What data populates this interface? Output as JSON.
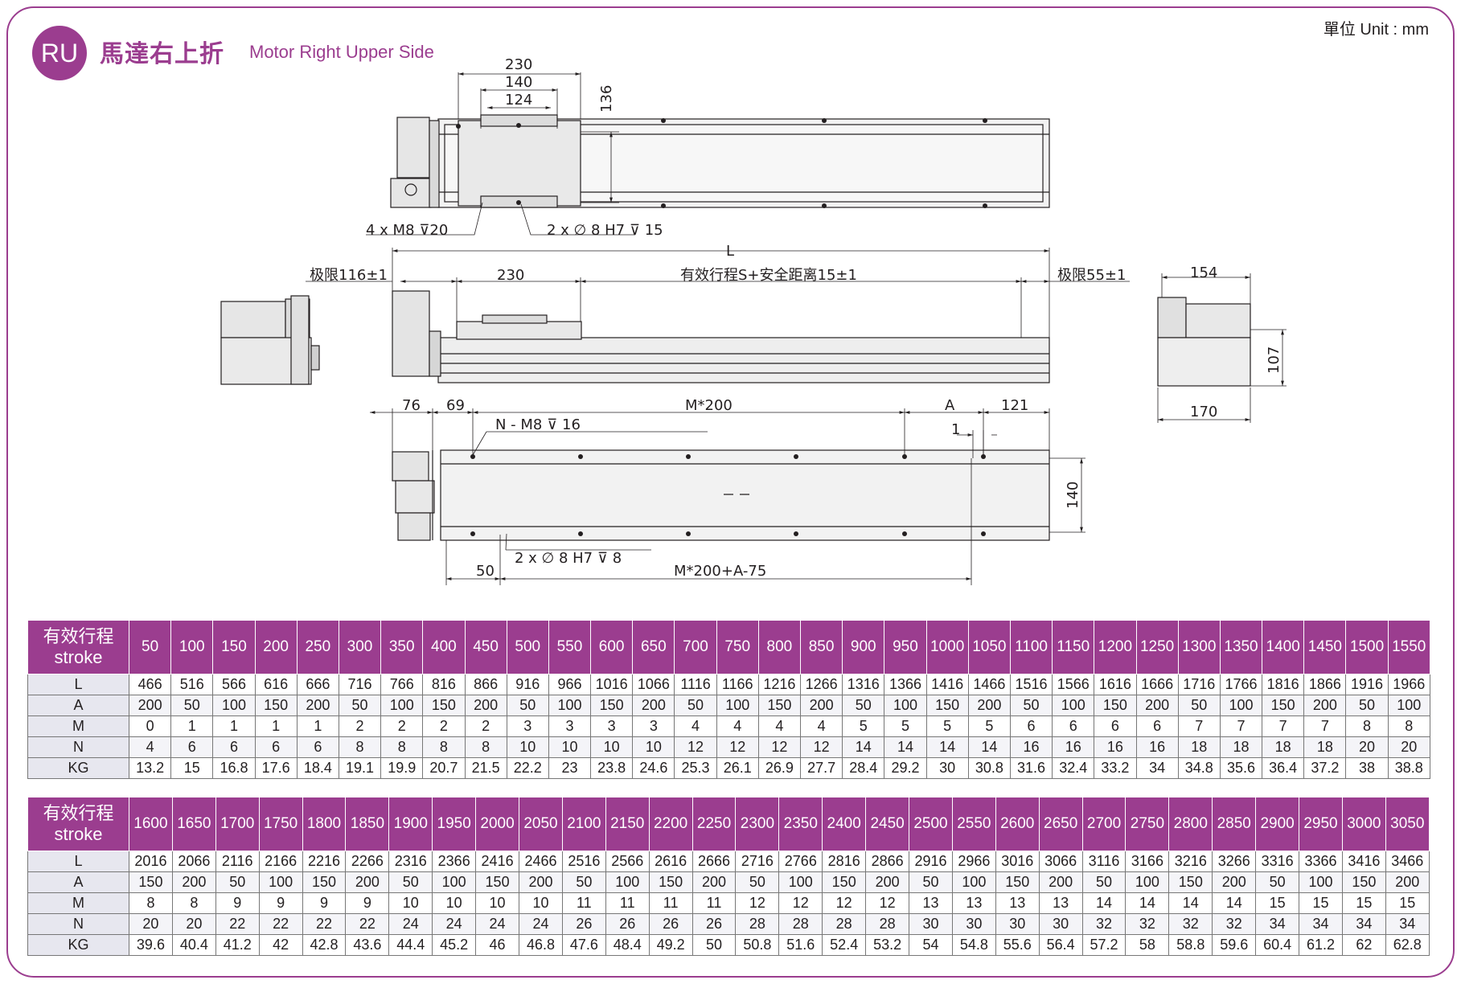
{
  "header": {
    "badge": "RU",
    "title_zh": "馬達右上折",
    "title_en": "Motor Right Upper Side",
    "unit": "單位 Unit : mm"
  },
  "drawing": {
    "top_view": {
      "dim_230": "230",
      "dim_140": "140",
      "dim_124": "124",
      "dim_136": "136",
      "callout_holes": "4 x  M8 ⊽20",
      "callout_pins": "2 x  ∅ 8 H7 ⊽ 15"
    },
    "side_view": {
      "dim_L": "L",
      "limit_left": "极限116±1",
      "dim_230": "230",
      "stroke_label": "有效行程S+安全距离15±1",
      "limit_right": "极限55±1"
    },
    "end_view": {
      "dim_154": "154",
      "dim_107": "107",
      "dim_170": "170"
    },
    "bottom_view": {
      "dim_76": "76",
      "dim_69": "69",
      "dim_m200": "M*200",
      "dim_A": "A",
      "dim_121": "121",
      "dim_1": "1",
      "callout_holes": "N - M8 ⊽ 16",
      "dim_140": "140",
      "callout_pins": "2 x  ∅ 8 H7 ⊽ 8",
      "dim_50": "50",
      "dim_m200a": "M*200+A-75"
    }
  },
  "tables": [
    {
      "header_zh": "有效行程",
      "header_en": "stroke",
      "strokes": [
        "50",
        "100",
        "150",
        "200",
        "250",
        "300",
        "350",
        "400",
        "450",
        "500",
        "550",
        "600",
        "650",
        "700",
        "750",
        "800",
        "850",
        "900",
        "950",
        "1000",
        "1050",
        "1100",
        "1150",
        "1200",
        "1250",
        "1300",
        "1350",
        "1400",
        "1450",
        "1500",
        "1550"
      ],
      "rows": [
        {
          "label": "L",
          "values": [
            "466",
            "516",
            "566",
            "616",
            "666",
            "716",
            "766",
            "816",
            "866",
            "916",
            "966",
            "1016",
            "1066",
            "1116",
            "1166",
            "1216",
            "1266",
            "1316",
            "1366",
            "1416",
            "1466",
            "1516",
            "1566",
            "1616",
            "1666",
            "1716",
            "1766",
            "1816",
            "1866",
            "1916",
            "1966"
          ]
        },
        {
          "label": "A",
          "values": [
            "200",
            "50",
            "100",
            "150",
            "200",
            "50",
            "100",
            "150",
            "200",
            "50",
            "100",
            "150",
            "200",
            "50",
            "100",
            "150",
            "200",
            "50",
            "100",
            "150",
            "200",
            "50",
            "100",
            "150",
            "200",
            "50",
            "100",
            "150",
            "200",
            "50",
            "100"
          ]
        },
        {
          "label": "M",
          "values": [
            "0",
            "1",
            "1",
            "1",
            "1",
            "2",
            "2",
            "2",
            "2",
            "3",
            "3",
            "3",
            "3",
            "4",
            "4",
            "4",
            "4",
            "5",
            "5",
            "5",
            "5",
            "6",
            "6",
            "6",
            "6",
            "7",
            "7",
            "7",
            "7",
            "8",
            "8"
          ]
        },
        {
          "label": "N",
          "values": [
            "4",
            "6",
            "6",
            "6",
            "6",
            "8",
            "8",
            "8",
            "8",
            "10",
            "10",
            "10",
            "10",
            "12",
            "12",
            "12",
            "12",
            "14",
            "14",
            "14",
            "14",
            "16",
            "16",
            "16",
            "16",
            "18",
            "18",
            "18",
            "18",
            "20",
            "20"
          ]
        },
        {
          "label": "KG",
          "values": [
            "13.2",
            "15",
            "16.8",
            "17.6",
            "18.4",
            "19.1",
            "19.9",
            "20.7",
            "21.5",
            "22.2",
            "23",
            "23.8",
            "24.6",
            "25.3",
            "26.1",
            "26.9",
            "27.7",
            "28.4",
            "29.2",
            "30",
            "30.8",
            "31.6",
            "32.4",
            "33.2",
            "34",
            "34.8",
            "35.6",
            "36.4",
            "37.2",
            "38",
            "38.8"
          ]
        }
      ]
    },
    {
      "header_zh": "有效行程",
      "header_en": "stroke",
      "strokes": [
        "1600",
        "1650",
        "1700",
        "1750",
        "1800",
        "1850",
        "1900",
        "1950",
        "2000",
        "2050",
        "2100",
        "2150",
        "2200",
        "2250",
        "2300",
        "2350",
        "2400",
        "2450",
        "2500",
        "2550",
        "2600",
        "2650",
        "2700",
        "2750",
        "2800",
        "2850",
        "2900",
        "2950",
        "3000",
        "3050"
      ],
      "rows": [
        {
          "label": "L",
          "values": [
            "2016",
            "2066",
            "2116",
            "2166",
            "2216",
            "2266",
            "2316",
            "2366",
            "2416",
            "2466",
            "2516",
            "2566",
            "2616",
            "2666",
            "2716",
            "2766",
            "2816",
            "2866",
            "2916",
            "2966",
            "3016",
            "3066",
            "3116",
            "3166",
            "3216",
            "3266",
            "3316",
            "3366",
            "3416",
            "3466"
          ]
        },
        {
          "label": "A",
          "values": [
            "150",
            "200",
            "50",
            "100",
            "150",
            "200",
            "50",
            "100",
            "150",
            "200",
            "50",
            "100",
            "150",
            "200",
            "50",
            "100",
            "150",
            "200",
            "50",
            "100",
            "150",
            "200",
            "50",
            "100",
            "150",
            "200",
            "50",
            "100",
            "150",
            "200"
          ]
        },
        {
          "label": "M",
          "values": [
            "8",
            "8",
            "9",
            "9",
            "9",
            "9",
            "10",
            "10",
            "10",
            "10",
            "11",
            "11",
            "11",
            "11",
            "12",
            "12",
            "12",
            "12",
            "13",
            "13",
            "13",
            "13",
            "14",
            "14",
            "14",
            "14",
            "15",
            "15",
            "15",
            "15"
          ]
        },
        {
          "label": "N",
          "values": [
            "20",
            "20",
            "22",
            "22",
            "22",
            "22",
            "24",
            "24",
            "24",
            "24",
            "26",
            "26",
            "26",
            "26",
            "28",
            "28",
            "28",
            "28",
            "30",
            "30",
            "30",
            "30",
            "32",
            "32",
            "32",
            "32",
            "34",
            "34",
            "34",
            "34"
          ]
        },
        {
          "label": "KG",
          "values": [
            "39.6",
            "40.4",
            "41.2",
            "42",
            "42.8",
            "43.6",
            "44.4",
            "45.2",
            "46",
            "46.8",
            "47.6",
            "48.4",
            "49.2",
            "50",
            "50.8",
            "51.6",
            "52.4",
            "53.2",
            "54",
            "54.8",
            "55.6",
            "56.4",
            "57.2",
            "58",
            "58.8",
            "59.6",
            "60.4",
            "61.2",
            "62",
            "62.8"
          ]
        }
      ]
    }
  ]
}
